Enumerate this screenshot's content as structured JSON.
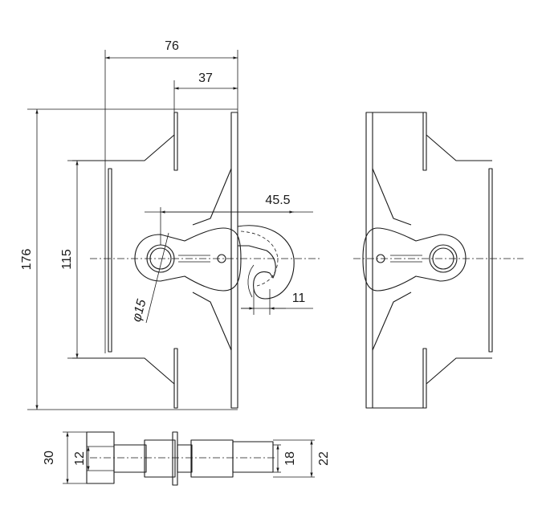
{
  "dimensions": {
    "overall_width": "76",
    "half_width": "37",
    "overall_height": "176",
    "inner_height": "115",
    "hook_reach": "45.5",
    "hook_gap": "11",
    "hole_diameter": "φ15",
    "side_overall": "30",
    "side_inner": "12",
    "side_rod": "18",
    "side_total": "22"
  }
}
